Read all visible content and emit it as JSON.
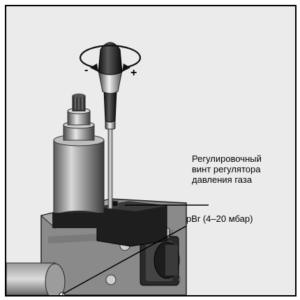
{
  "illustration": {
    "screw_label_lines": [
      "Регулировочный",
      "винт регулятора",
      "давления газа"
    ],
    "pressure_label": "pBr (4–20 мбар)",
    "minus_sign": "-",
    "plus_sign": "+"
  },
  "colors": {
    "background": "#ebebeb",
    "border": "#000000",
    "body_gray": "#8a8a8a",
    "dark": "#1e1e1e"
  }
}
